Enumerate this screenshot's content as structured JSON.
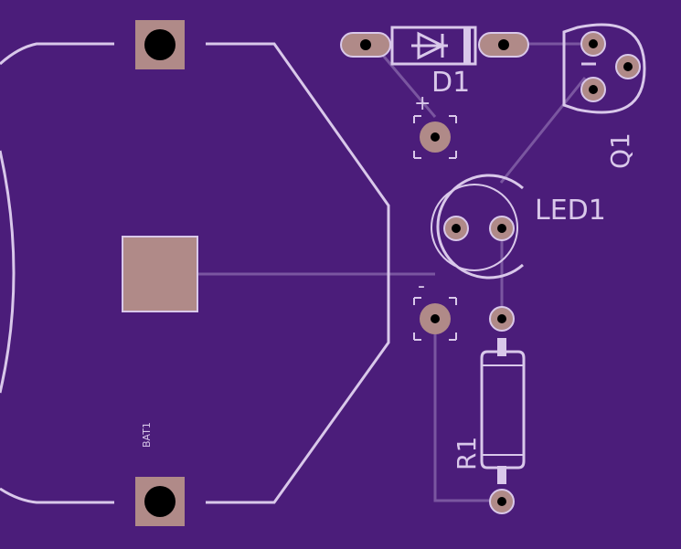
{
  "colors": {
    "board": "#4b1d7a",
    "silkscreen": "#d9c8ea",
    "copper_pad": "#b08a88",
    "trace": "#7a56a0",
    "drill": "#000000"
  },
  "labels": {
    "d1": "D1",
    "q1": "Q1",
    "led1": "LED1",
    "r1": "R1",
    "bat1": "BAT1",
    "plus": "+",
    "minus": "-"
  }
}
